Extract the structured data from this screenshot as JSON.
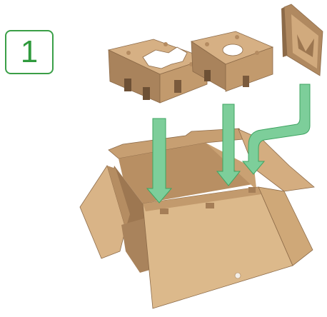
{
  "step": {
    "number": "1"
  },
  "colors": {
    "badge_border": "#3a9f47",
    "badge_text": "#2f9a3d",
    "arrow_fill": "#7dce9a",
    "cardboard_light": "#d9b487",
    "cardboard_mid": "#c79f72",
    "cardboard_dark": "#a9835c",
    "cardboard_shadow": "#8c6a48"
  },
  "illustration": {
    "items": [
      "left-insert-with-dock-cutout",
      "middle-insert-with-oval-cutout",
      "side-tray-insert",
      "open-shipping-box"
    ],
    "arrows": 3
  }
}
